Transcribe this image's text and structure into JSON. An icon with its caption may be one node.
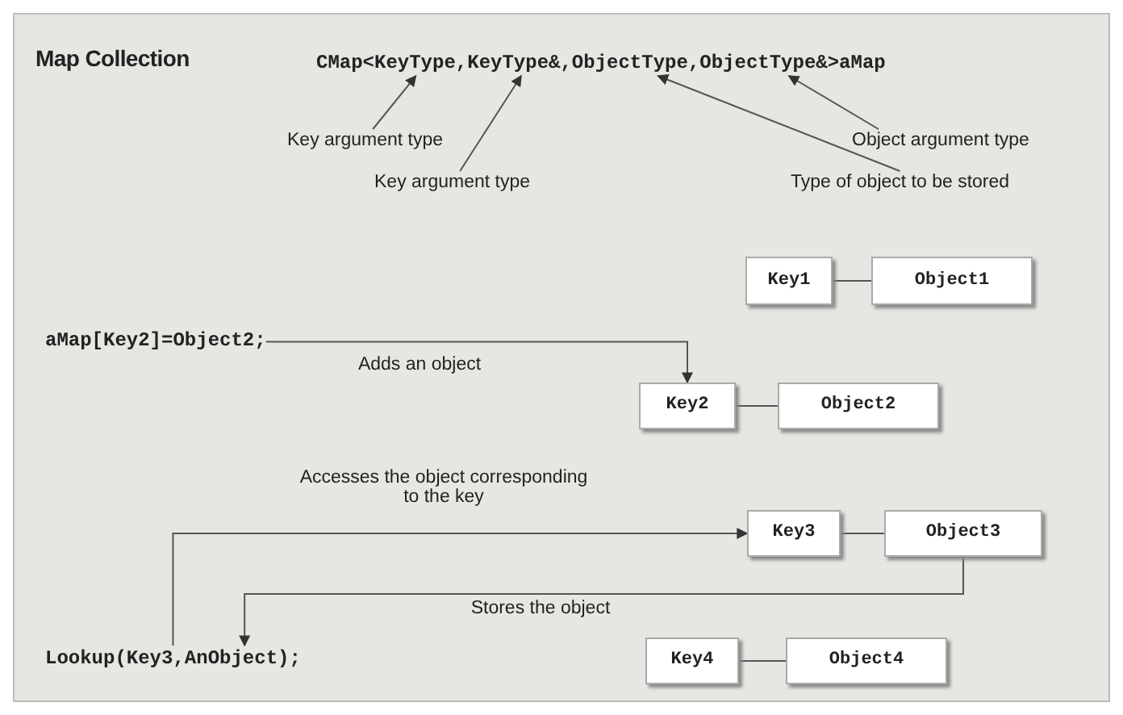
{
  "diagram": {
    "title": "Map Collection",
    "nodes": [
      {
        "text": [
          "CMap<KeyType,KeyType&,ObjectType,ObjectType&>aMap"
        ]
      },
      {
        "text": [
          "Key argument type"
        ]
      },
      {
        "text": [
          "Key argument type"
        ]
      },
      {
        "text": [
          "Type of object to be stored"
        ]
      },
      {
        "text": [
          "Object argument type"
        ]
      },
      {
        "text": [
          "Key1"
        ]
      },
      {
        "text": [
          "Object1"
        ]
      },
      {
        "text": [
          "aMap[Key2]=Object2;"
        ]
      },
      {
        "text": [
          "Key2"
        ]
      },
      {
        "text": [
          "Object2"
        ]
      },
      {
        "text": [
          "Key3"
        ]
      },
      {
        "text": [
          "Object3"
        ]
      },
      {
        "text": [
          "Lookup(Key3,AnObject);"
        ]
      },
      {
        "text": [
          "Key4"
        ]
      },
      {
        "text": [
          "Object4"
        ]
      }
    ],
    "edges": [
      {
        "from": 1,
        "to": 0,
        "arrow": "to"
      },
      {
        "from": 2,
        "to": 0,
        "arrow": "to"
      },
      {
        "from": 3,
        "to": 0,
        "arrow": "to"
      },
      {
        "from": 4,
        "to": 0,
        "arrow": "to"
      },
      {
        "from": 5,
        "to": 6,
        "arrow": "none"
      },
      {
        "from": 7,
        "to": 8,
        "arrow": "to",
        "label": "Adds an object"
      },
      {
        "from": 8,
        "to": 9,
        "arrow": "none"
      },
      {
        "from": 12,
        "to": 10,
        "arrow": "to",
        "label": "Accesses the object corresponding to the key"
      },
      {
        "from": 11,
        "to": 12,
        "arrow": "to",
        "label": "Stores the object"
      },
      {
        "from": 10,
        "to": 11,
        "arrow": "none"
      },
      {
        "from": 13,
        "to": 14,
        "arrow": "none"
      }
    ]
  }
}
